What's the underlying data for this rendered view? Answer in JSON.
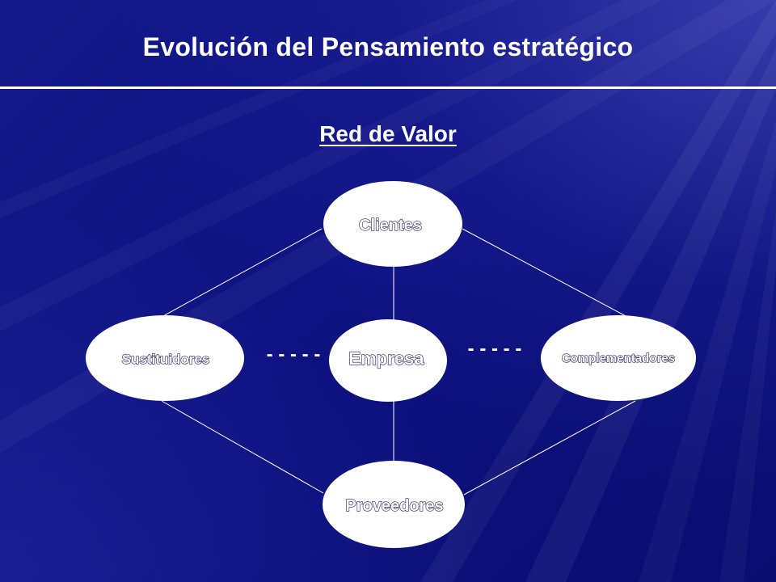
{
  "slide": {
    "title": "Evolución del Pensamiento estratégico",
    "subtitle": "Red de Valor"
  },
  "diagram": {
    "nodes": {
      "clientes": "Clientes",
      "sustituidores": "Sustituidores",
      "empresa": "Empresa",
      "complementadores": "Complementadores",
      "proveedores": "Proveedores"
    },
    "connector_left": "- - - - -",
    "connector_right": "- - - - -"
  },
  "colors": {
    "background": "#0c0f78",
    "text": "#ffffff",
    "node_fill": "#ffffff",
    "line": "#ffffff"
  }
}
